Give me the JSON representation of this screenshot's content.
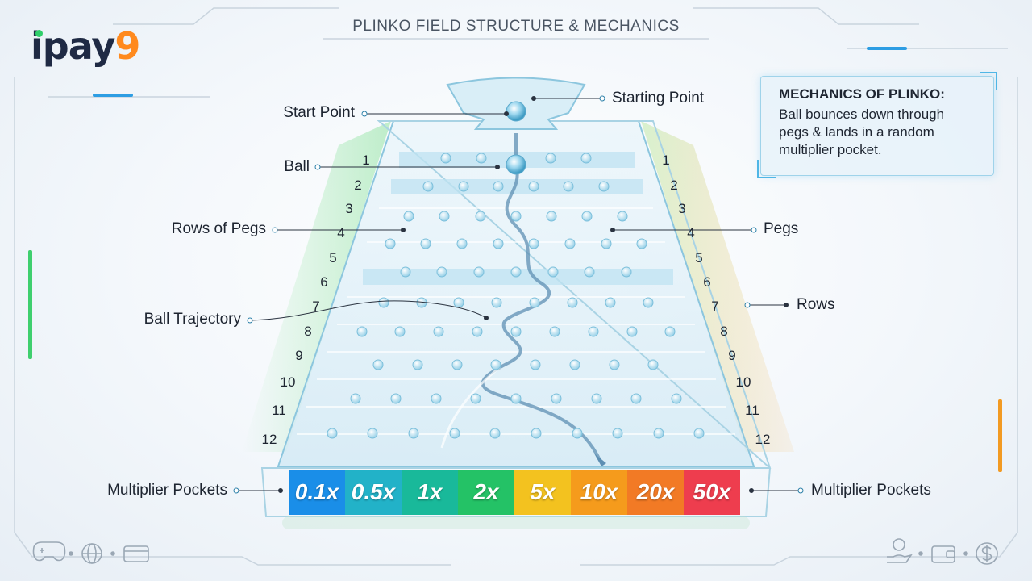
{
  "brand": {
    "logo_main": "ipay",
    "logo_accent": "9"
  },
  "title": "PLINKO FIELD STRUCTURE & MECHANICS",
  "labels": {
    "start_point": "Start Point",
    "starting_point": "Starting Point",
    "ball": "Ball",
    "rows_of_pegs": "Rows of Pegs",
    "pegs": "Pegs",
    "ball_trajectory": "Ball Trajectory",
    "rows": "Rows",
    "multiplier_pockets_left": "Multiplier Pockets",
    "multiplier_pockets_right": "Multiplier Pockets"
  },
  "info_box": {
    "heading": "MECHANICS OF PLINKO:",
    "body": "Ball bounces down through pegs & lands in a random multiplier pocket."
  },
  "row_numbers": [
    "1",
    "2",
    "3",
    "4",
    "5",
    "6",
    "7",
    "8",
    "9",
    "10",
    "11",
    "12"
  ],
  "pockets": [
    {
      "label": "0.1x",
      "color": "#1a8ee8"
    },
    {
      "label": "0.5x",
      "color": "#22b2c8"
    },
    {
      "label": "1x",
      "color": "#19b99a"
    },
    {
      "label": "2x",
      "color": "#24c266"
    },
    {
      "label": "5x",
      "color": "#f3c21f"
    },
    {
      "label": "10x",
      "color": "#f59b1c"
    },
    {
      "label": "20x",
      "color": "#f27a25"
    },
    {
      "label": "50x",
      "color": "#ee3d4e"
    }
  ],
  "footer": {
    "left_icons": [
      "gamepad-icon",
      "globe-icon",
      "card-icon"
    ],
    "right_icons": [
      "hand-coin-icon",
      "wallet-icon",
      "dollar-icon"
    ]
  }
}
